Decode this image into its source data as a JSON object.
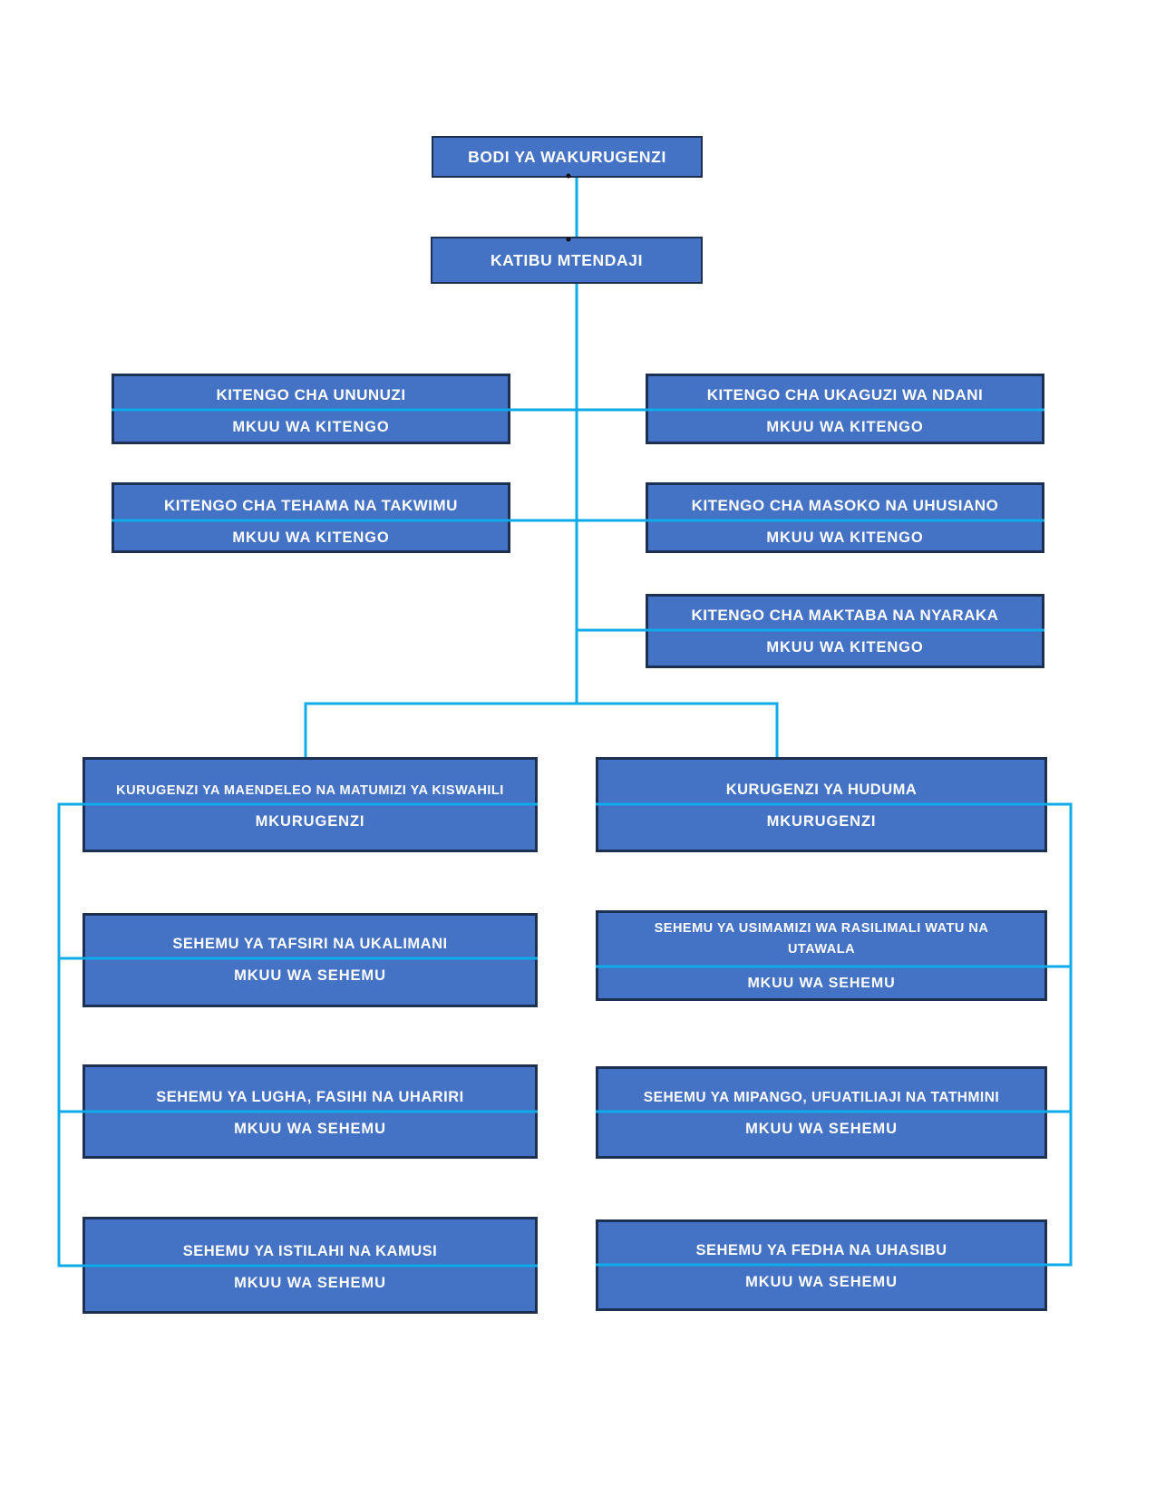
{
  "theme": {
    "box_fill": "#4472C4",
    "box_border": "#1E3051",
    "connector": "#0FABE9",
    "text_color": "#FFFFFF",
    "page_bg": "#FFFFFF"
  },
  "nodes": {
    "bodi": {
      "title": "BODI YA WAKURUGENZI"
    },
    "katibu": {
      "title": "KATIBU MTENDAJI"
    },
    "ununuzi": {
      "title": "KITENGO CHA UNUNUZI",
      "subtitle": "MKUU WA KITENGO"
    },
    "ukaguzi": {
      "title": "KITENGO CHA UKAGUZI WA NDANI",
      "subtitle": "MKUU WA KITENGO"
    },
    "tehama": {
      "title": "KITENGO CHA TEHAMA NA TAKWIMU",
      "subtitle": "MKUU WA KITENGO"
    },
    "masoko": {
      "title": "KITENGO CHA MASOKO NA UHUSIANO",
      "subtitle": "MKUU WA KITENGO"
    },
    "maktaba": {
      "title": "KITENGO CHA MAKTABA NA NYARAKA",
      "subtitle": "MKUU WA KITENGO"
    },
    "kiswahili": {
      "title": "KURUGENZI YA MAENDELEO NA MATUMIZI YA KISWAHILI",
      "subtitle": "MKURUGENZI"
    },
    "huduma": {
      "title": "KURUGENZI YA HUDUMA",
      "subtitle": "MKURUGENZI"
    },
    "tafsiri": {
      "title": "SEHEMU YA TAFSIRI NA UKALIMANI",
      "subtitle": "MKUU WA SEHEMU"
    },
    "usimamizi": {
      "title": "SEHEMU YA USIMAMIZI WA RASILIMALI WATU NA UTAWALA",
      "subtitle": "MKUU WA SEHEMU"
    },
    "lugha": {
      "title": "SEHEMU YA LUGHA, FASIHI NA UHARIRI",
      "subtitle": "MKUU WA SEHEMU"
    },
    "mipango": {
      "title": "SEHEMU YA MIPANGO, UFUATILIAJI NA TATHMINI",
      "subtitle": "MKUU WA SEHEMU"
    },
    "istilahi": {
      "title": "SEHEMU YA ISTILAHI NA KAMUSI",
      "subtitle": "MKUU WA SEHEMU"
    },
    "fedha": {
      "title": "SEHEMU YA FEDHA NA UHASIBU",
      "subtitle": "MKUU WA SEHEMU"
    }
  }
}
